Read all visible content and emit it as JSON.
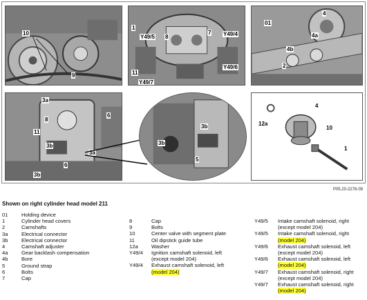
{
  "figure": {
    "panels": [
      {
        "id": "p1",
        "labels": [
          "10",
          "9"
        ]
      },
      {
        "id": "p2",
        "labels": [
          "1",
          "Y49/5",
          "8",
          "7",
          "Y49/4",
          "Y49/6",
          "11",
          "Y49/7"
        ]
      },
      {
        "id": "p3",
        "labels": [
          "01",
          "4",
          "4a",
          "4b",
          "2"
        ]
      },
      {
        "id": "p4",
        "labels": [
          "3a",
          "8",
          "6",
          "11",
          "3b",
          "3a",
          "6",
          "3b"
        ]
      },
      {
        "id": "p5",
        "labels": [
          "3b",
          "3b",
          "5"
        ]
      },
      {
        "id": "p6",
        "labels": [
          "4",
          "12a",
          "10",
          "1"
        ]
      }
    ],
    "reference": "P05.20-2276-09"
  },
  "legend": {
    "title": "Shown on right cylinder head model 211",
    "col1": [
      {
        "code": "01",
        "desc": "Holding device"
      },
      {
        "code": "1",
        "desc": "Cylinder head covers"
      },
      {
        "code": "2",
        "desc": "Camshafts"
      },
      {
        "code": "3a",
        "desc": "Electrical connector"
      },
      {
        "code": "3b",
        "desc": "Electrical connector"
      },
      {
        "code": "4",
        "desc": "Camshaft adjuster"
      },
      {
        "code": "4a",
        "desc": "Gear backlash compensation"
      },
      {
        "code": "4b",
        "desc": "Bore"
      },
      {
        "code": "5",
        "desc": "Ground strap"
      },
      {
        "code": "6",
        "desc": "Bolts"
      },
      {
        "code": "7",
        "desc": "Cap"
      }
    ],
    "col2": [
      {
        "code": "8",
        "desc": "Cap"
      },
      {
        "code": "9",
        "desc": "Bolts"
      },
      {
        "code": "10",
        "desc": "Center valve with segment plate"
      },
      {
        "code": "11",
        "desc": "Oil dipstick guide tube"
      },
      {
        "code": "12a",
        "desc": "Washer"
      },
      {
        "code": "Y49/4",
        "desc": "Ignition camshaft solenoid, left",
        "sub": "(except model 204)"
      },
      {
        "code": "Y49/4",
        "desc": "Exhaust camshaft solenoid, left",
        "sub": "(model 204)",
        "sub_highlight": true
      }
    ],
    "col3": [
      {
        "code": "Y49/5",
        "desc": "Intake camshaft solenoid, right",
        "sub": "(except model 204)"
      },
      {
        "code": "Y49/5",
        "desc": "Intake camshaft solenoid, right",
        "sub": "(model 204)",
        "sub_highlight": true
      },
      {
        "code": "Y49/6",
        "desc": "Exhaust camshaft solenoid, left",
        "sub": "(except model 204)"
      },
      {
        "code": "Y49/6",
        "desc": "Exhaust camshaft solenoid, left",
        "sub": "(model 204)",
        "sub_highlight": true
      },
      {
        "code": "Y49/7",
        "desc": "Exhaust camshaft solenoid, right",
        "sub": "(except model 204)"
      },
      {
        "code": "Y49/7",
        "desc": "Exhaust camshaft solenoid, right",
        "sub": "(model 204)",
        "sub_highlight": true
      }
    ]
  },
  "colors": {
    "highlight": "#ffff33",
    "photo_gray": "#9a9a9a"
  }
}
